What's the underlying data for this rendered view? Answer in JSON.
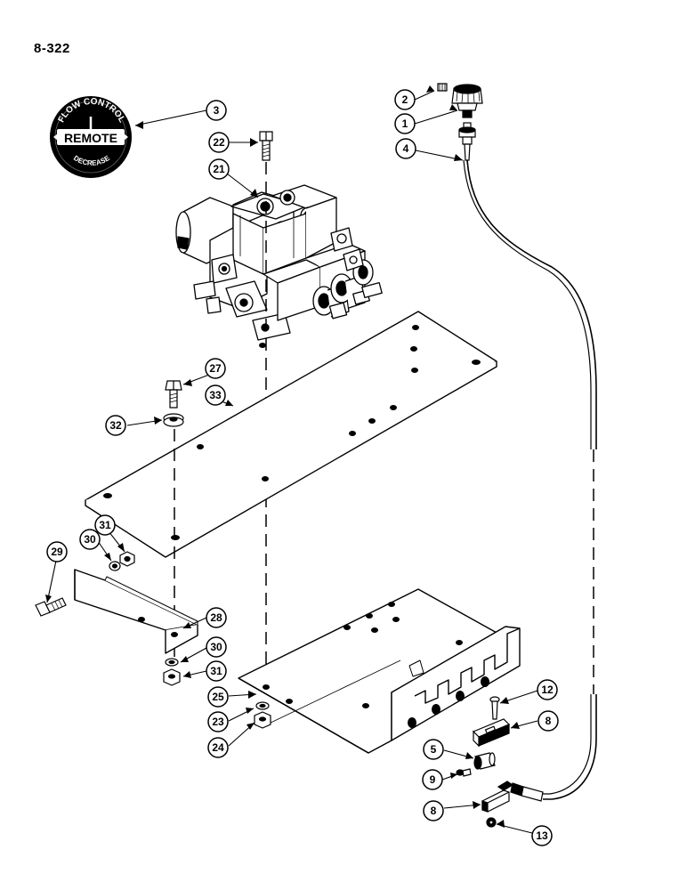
{
  "page_number": "8-322",
  "decal": {
    "top_text": "FLOW CONTROL",
    "center_text": "REMOTE",
    "bottom_text": "DECREASE"
  },
  "callouts": [
    {
      "id": "c3",
      "label": "3"
    },
    {
      "id": "c22",
      "label": "22"
    },
    {
      "id": "c21",
      "label": "21"
    },
    {
      "id": "c2",
      "label": "2"
    },
    {
      "id": "c1",
      "label": "1"
    },
    {
      "id": "c4",
      "label": "4"
    },
    {
      "id": "c27",
      "label": "27"
    },
    {
      "id": "c33",
      "label": "33"
    },
    {
      "id": "c32",
      "label": "32"
    },
    {
      "id": "c31a",
      "label": "31"
    },
    {
      "id": "c30a",
      "label": "30"
    },
    {
      "id": "c29",
      "label": "29"
    },
    {
      "id": "c28",
      "label": "28"
    },
    {
      "id": "c30b",
      "label": "30"
    },
    {
      "id": "c31b",
      "label": "31"
    },
    {
      "id": "c25",
      "label": "25"
    },
    {
      "id": "c23",
      "label": "23"
    },
    {
      "id": "c24",
      "label": "24"
    },
    {
      "id": "c12",
      "label": "12"
    },
    {
      "id": "c8a",
      "label": "8"
    },
    {
      "id": "c5",
      "label": "5"
    },
    {
      "id": "c9",
      "label": "9"
    },
    {
      "id": "c8b",
      "label": "8"
    },
    {
      "id": "c13",
      "label": "13"
    }
  ]
}
